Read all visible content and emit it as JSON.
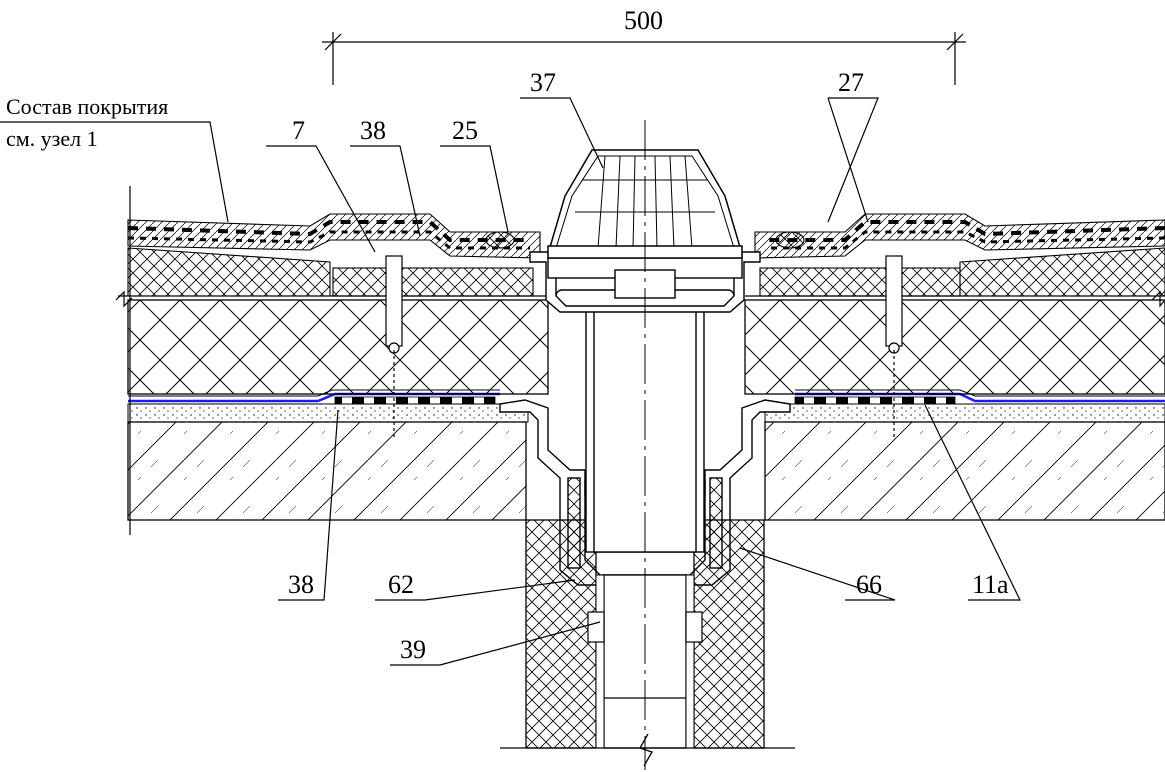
{
  "dimension": {
    "value": "500"
  },
  "note": {
    "line1": "Состав покрытия",
    "line2": "см. узел 1"
  },
  "callouts": {
    "c37": "37",
    "c27": "27",
    "c7": "7",
    "c38_top": "38",
    "c25": "25",
    "c38_bottom": "38",
    "c62": "62",
    "c66": "66",
    "c11a": "11а",
    "c39": "39"
  },
  "colors": {
    "line": "#000000",
    "vapor_barrier": "#1a1aff",
    "background": "#ffffff"
  }
}
